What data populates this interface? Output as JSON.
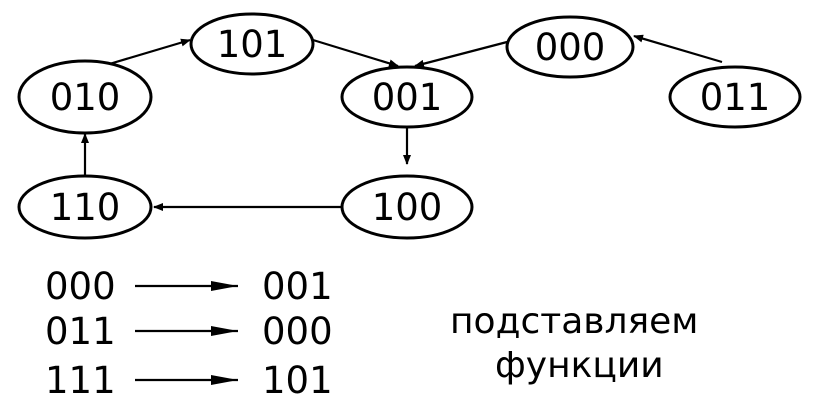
{
  "diagram": {
    "nodes": [
      {
        "id": "n101",
        "label": "101"
      },
      {
        "id": "n000",
        "label": "000"
      },
      {
        "id": "n010",
        "label": "010"
      },
      {
        "id": "n001",
        "label": "001"
      },
      {
        "id": "n011",
        "label": "011"
      },
      {
        "id": "n110",
        "label": "110"
      },
      {
        "id": "n100",
        "label": "100"
      }
    ],
    "edges": [
      {
        "from": "010",
        "to": "101"
      },
      {
        "from": "101",
        "to": "001"
      },
      {
        "from": "000",
        "to": "001"
      },
      {
        "from": "011",
        "to": "000"
      },
      {
        "from": "001",
        "to": "100"
      },
      {
        "from": "100",
        "to": "110"
      },
      {
        "from": "110",
        "to": "010"
      }
    ]
  },
  "mapping": [
    {
      "from": "000",
      "to": "001"
    },
    {
      "from": "011",
      "to": "000"
    },
    {
      "from": "111",
      "to": "101"
    }
  ],
  "caption": {
    "line1": "подставляем",
    "line2": "функции"
  }
}
